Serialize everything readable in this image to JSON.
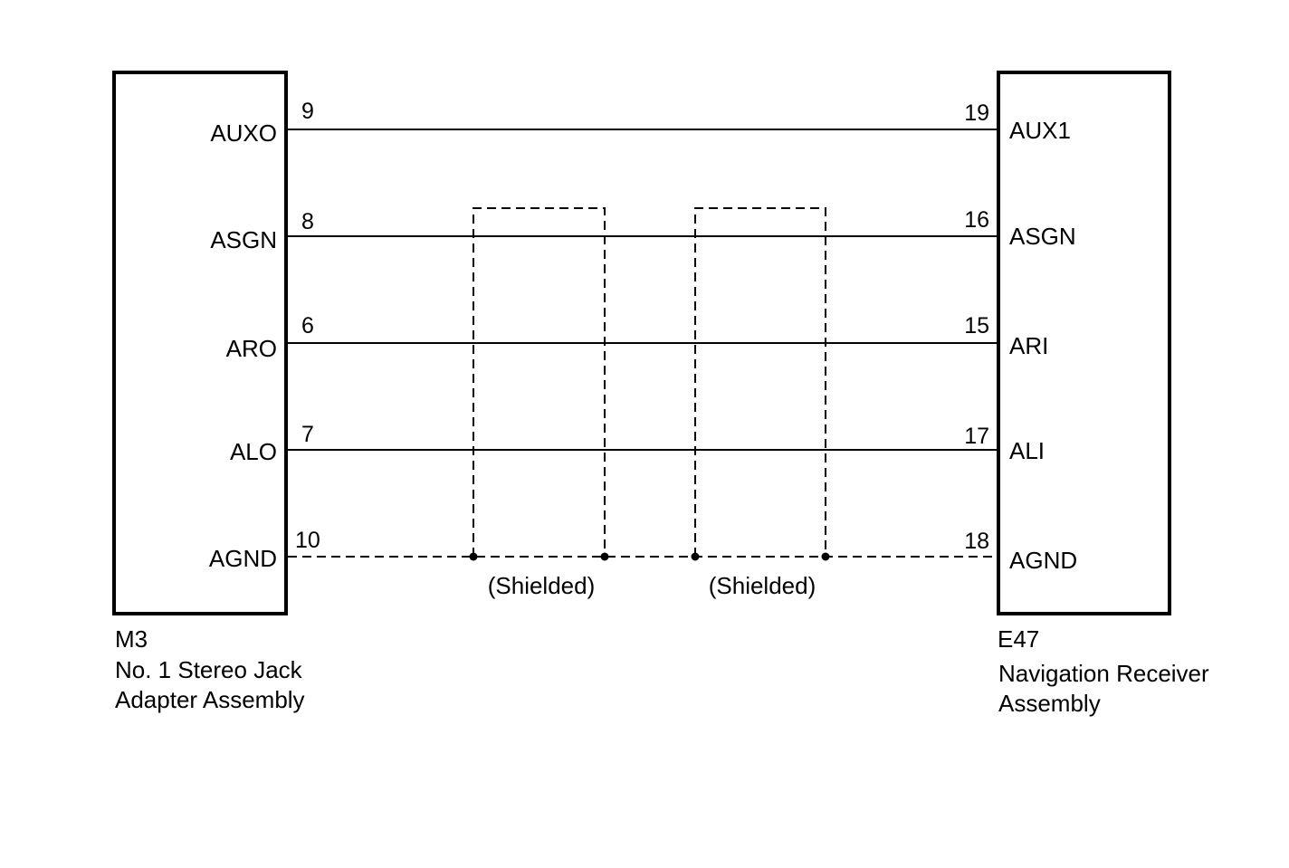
{
  "left_connector": {
    "code": "M3",
    "name_line1": "No. 1 Stereo Jack",
    "name_line2": "Adapter Assembly",
    "terminals": [
      {
        "label": "AUXO",
        "pin": "9"
      },
      {
        "label": "ASGN",
        "pin": "8"
      },
      {
        "label": "ARO",
        "pin": "6"
      },
      {
        "label": "ALO",
        "pin": "7"
      },
      {
        "label": "AGND",
        "pin": "10"
      }
    ]
  },
  "right_connector": {
    "code": "E47",
    "name_line1": "Navigation Receiver",
    "name_line2": "Assembly",
    "terminals": [
      {
        "label": "AUX1",
        "pin": "19"
      },
      {
        "label": "ASGN",
        "pin": "16"
      },
      {
        "label": "ARI",
        "pin": "15"
      },
      {
        "label": "ALI",
        "pin": "17"
      },
      {
        "label": "AGND",
        "pin": "18"
      }
    ]
  },
  "shields": [
    {
      "label": "(Shielded)"
    },
    {
      "label": "(Shielded)"
    }
  ]
}
